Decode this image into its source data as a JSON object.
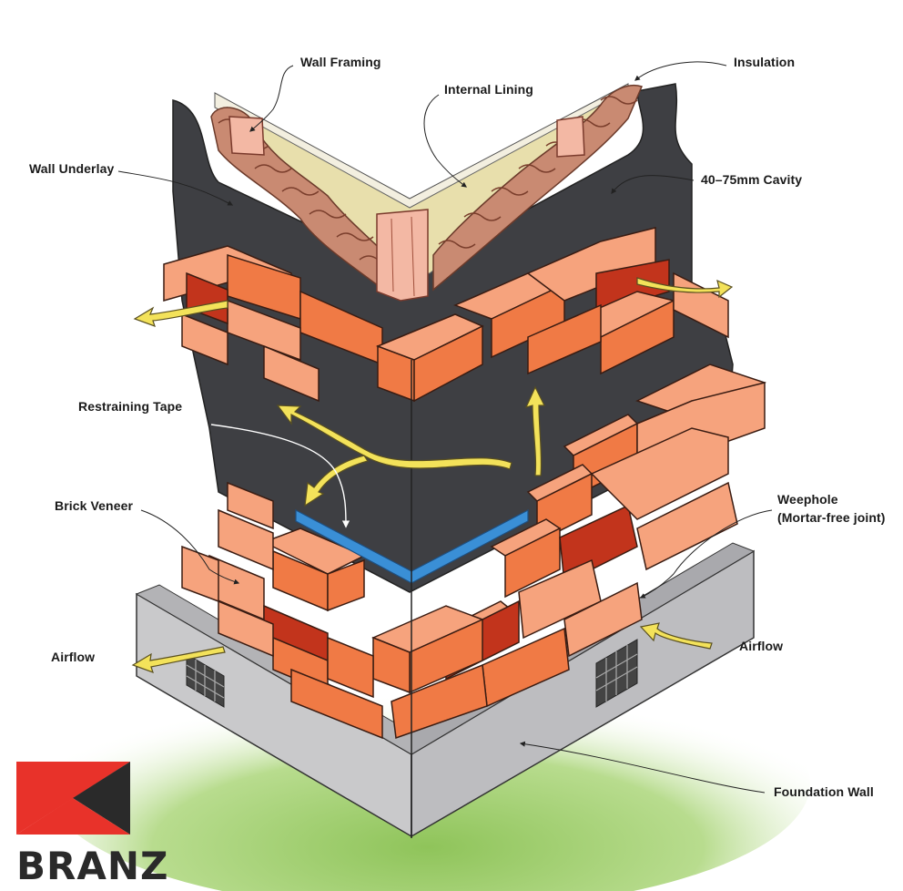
{
  "labels": {
    "wall_framing": "Wall Framing",
    "internal_lining": "Internal Lining",
    "insulation": "Insulation",
    "wall_underlay": "Wall Underlay",
    "cavity": "40–75mm Cavity",
    "restraining_tape": "Restraining Tape",
    "brick_veneer": "Brick Veneer",
    "weephole_line1": "Weephole",
    "weephole_line2": "(Mortar-free joint)",
    "airflow_left": "Airflow",
    "airflow_right": "Airflow",
    "foundation_wall": "Foundation Wall"
  },
  "logo": {
    "text": "BRANZ",
    "red": "#e8322a",
    "dark": "#2a2a2a"
  },
  "colors": {
    "brick": "#f07a45",
    "brick_light": "#f6a37d",
    "brick_dark": "#c2341c",
    "underlay": "#3e3f43",
    "lining": "#e8dfac",
    "insulation": "#c98a72",
    "framing": "#f3b8a4",
    "tape": "#3a8fd6",
    "foundation": "#c7c7c9",
    "ground": "#a9d27a",
    "arrow": "#f3e25a"
  }
}
